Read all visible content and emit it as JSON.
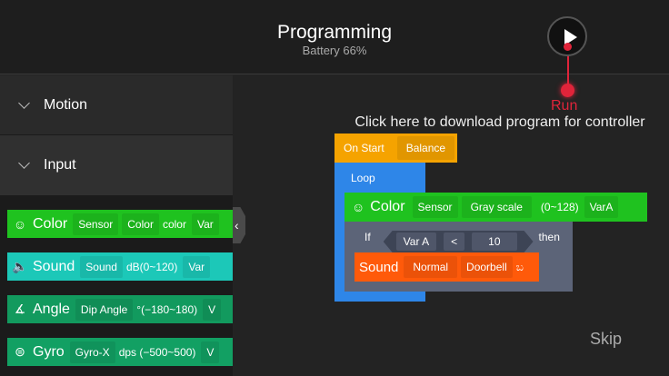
{
  "header": {
    "title": "Programming",
    "battery": "Battery 66%",
    "run_label": "Run"
  },
  "sidebar": {
    "sections": [
      {
        "label": "Motion"
      },
      {
        "label": "Input"
      }
    ],
    "blocks": [
      {
        "icon": "palette-icon",
        "glyph": "☺",
        "name": "Color",
        "parts": [
          "Sensor",
          "Color",
          "color",
          "Var"
        ],
        "color": "#1fc21f"
      },
      {
        "icon": "speaker-icon",
        "glyph": "🔈",
        "name": "Sound",
        "parts": [
          "Sound",
          "dB(0~120)",
          "Var"
        ],
        "color": "#1cc8b8"
      },
      {
        "icon": "angle-icon",
        "glyph": "∡",
        "name": "Angle",
        "parts": [
          "Dip Angle",
          "°(−180~180)",
          "V"
        ],
        "color": "#129a5e"
      },
      {
        "icon": "gyro-icon",
        "glyph": "⊜",
        "name": "Gyro",
        "parts": [
          "Gyro-X",
          "dps (−500~500)",
          "V"
        ],
        "color": "#12a063"
      }
    ]
  },
  "main": {
    "download_hint": "Click here to download program for controller",
    "skip": "Skip",
    "program": {
      "on_start": "On Start",
      "mode": "Balance",
      "loop": "Loop",
      "color_block": {
        "name": "Color",
        "sensor": "Sensor",
        "mode": "Gray  scale",
        "range": "(0~128)",
        "var": "VarA"
      },
      "if_block": {
        "if": "If",
        "var": "Var A",
        "op": "<",
        "value": "10",
        "then": "then"
      },
      "sound_block": {
        "name": "Sound",
        "mode": "Normal",
        "sound": "Doorbell"
      }
    }
  },
  "colors": {
    "run": "#e0243a",
    "on_start": "#f5a300",
    "loop": "#2e86e8",
    "if": "#5c6478",
    "sound": "#ff5a0a"
  }
}
